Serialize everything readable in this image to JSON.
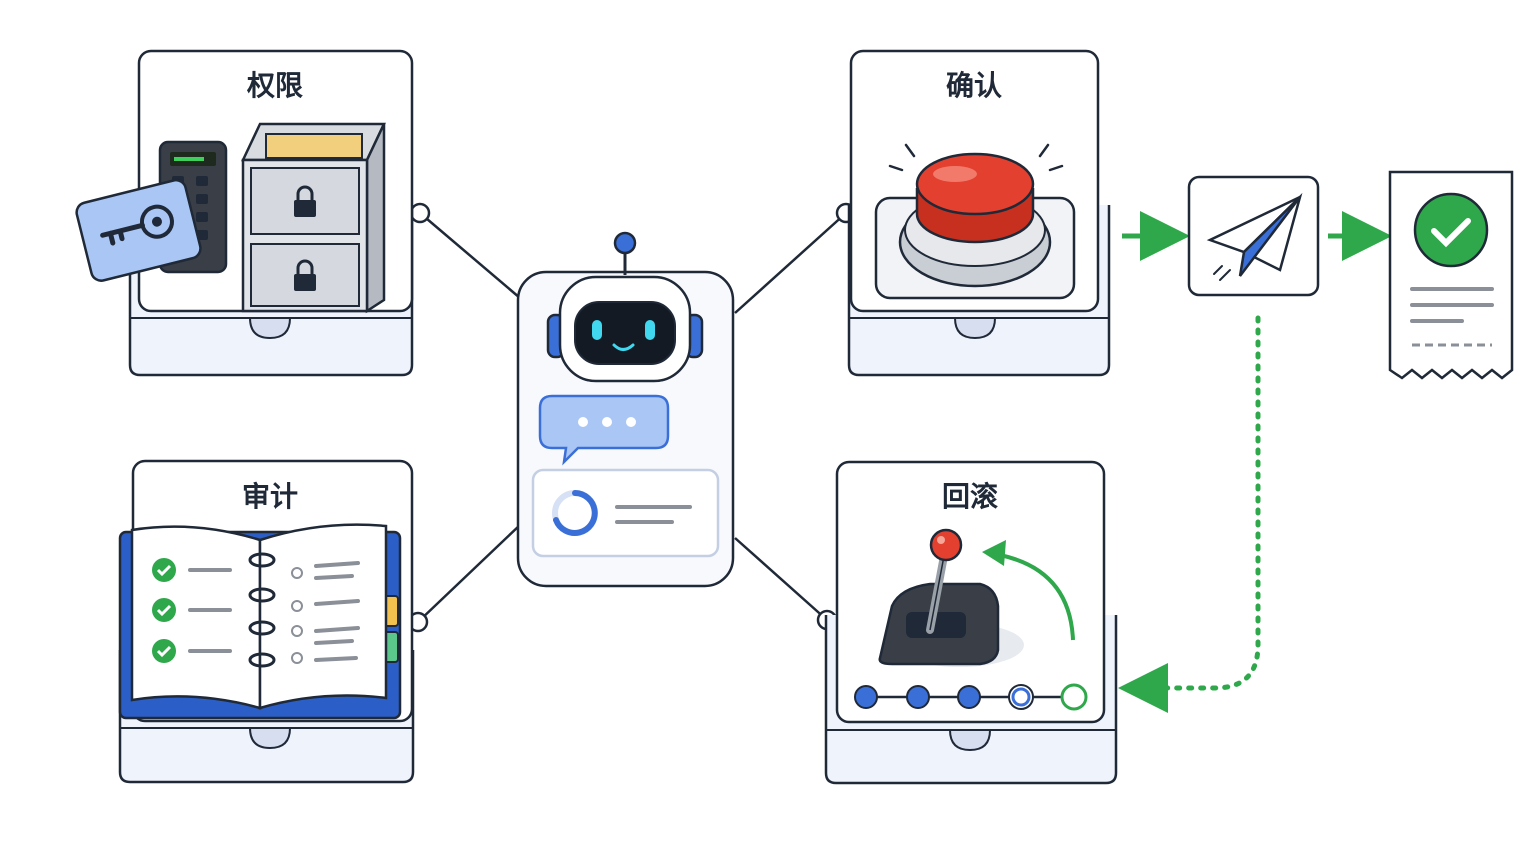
{
  "cards": {
    "permissions": {
      "title": "权限",
      "icons": [
        "key-card-icon",
        "keypad-icon",
        "locked-file-cabinet-icon",
        "lock-icon"
      ]
    },
    "confirm": {
      "title": "确认",
      "icons": [
        "red-push-button-icon"
      ]
    },
    "audit": {
      "title": "审计",
      "icons": [
        "open-checklist-notebook-icon",
        "check-circle-icon"
      ]
    },
    "rollback": {
      "title": "回滚",
      "icons": [
        "lever-switch-icon",
        "curved-arrow-icon",
        "timeline-dots-icon"
      ]
    }
  },
  "center": {
    "icons": [
      "robot-head-icon",
      "chat-bubble-icon",
      "loading-spinner-icon"
    ]
  },
  "flow": {
    "icons": [
      "paper-plane-icon",
      "receipt-check-icon",
      "arrow-right-icon",
      "dashed-return-arrow-icon"
    ]
  },
  "colors": {
    "outline": "#1f2937",
    "accent_blue": "#3b6fd8",
    "light_blue": "#a9c6f5",
    "tray_fill": "#eef3fc",
    "success_green": "#2ea84a",
    "button_red": "#e3402f"
  }
}
